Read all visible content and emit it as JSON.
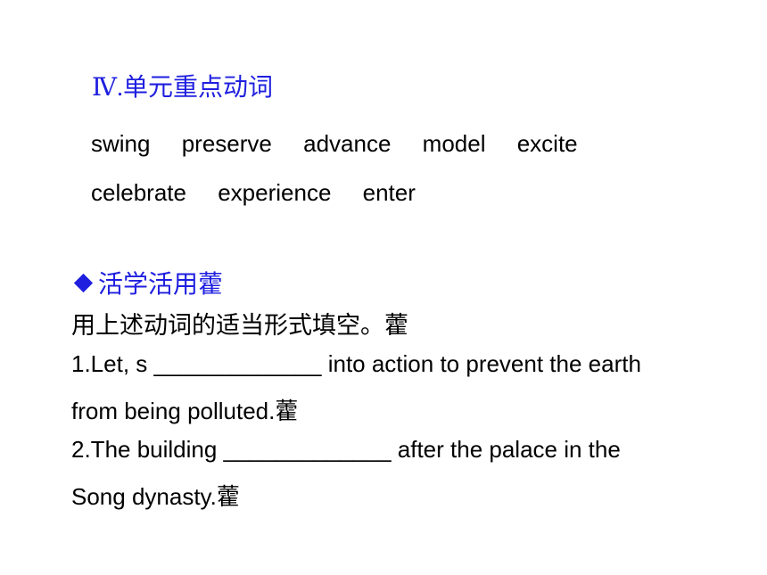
{
  "heading": "Ⅳ.单元重点动词",
  "verbs_line1": [
    "swing",
    "preserve",
    "advance",
    "model",
    "excite"
  ],
  "verbs_line2": [
    "celebrate",
    "experience",
    "enter"
  ],
  "section_title": "活学活用",
  "section_title_mark": "藿",
  "instruction": "用上述动词的适当形式填空。",
  "instruction_mark": "藿",
  "exercise": {
    "q1_line1": "1.Let, s _____________ into action to prevent the earth",
    "q1_line2": "from   being  polluted.",
    "q1_mark": "藿",
    "q2_line1": "2.The building _____________ after the palace in the",
    "q2_line2": "Song dynasty.",
    "q2_mark": "藿"
  },
  "colors": {
    "accent": "#1f1fe0",
    "text": "#000000",
    "background": "#ffffff"
  }
}
